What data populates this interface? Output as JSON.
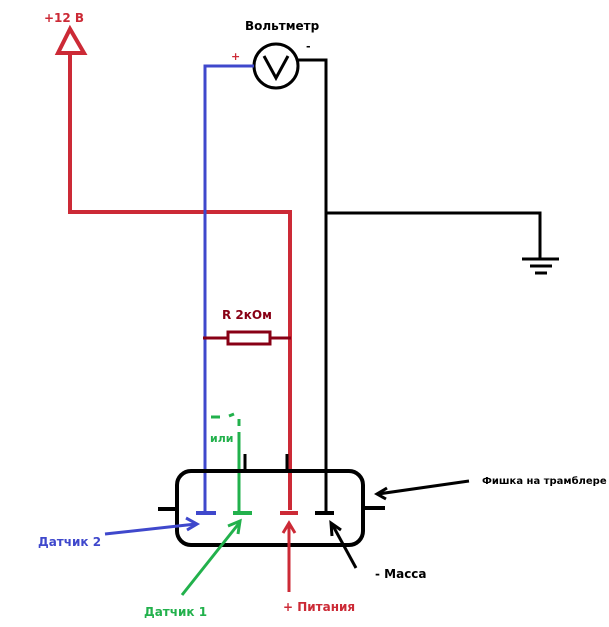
{
  "colors": {
    "red": "#cc2a36",
    "blue": "#3f48cc",
    "green": "#22b14c",
    "black": "#000000",
    "resistor": "#880015",
    "label_dark": "#000000"
  },
  "labels": {
    "supply": "+12 В",
    "voltmeter": "Вольтметр",
    "voltmeter_plus": "+",
    "voltmeter_minus": "-",
    "voltmeter_symbol": "V",
    "resistor": "R 2кОм",
    "or": "или",
    "connector": "Фишка на трамблере",
    "sensor2": "Датчик 2",
    "sensor1": "Датчик 1",
    "power": "+ Питания",
    "ground": "- Масса"
  }
}
